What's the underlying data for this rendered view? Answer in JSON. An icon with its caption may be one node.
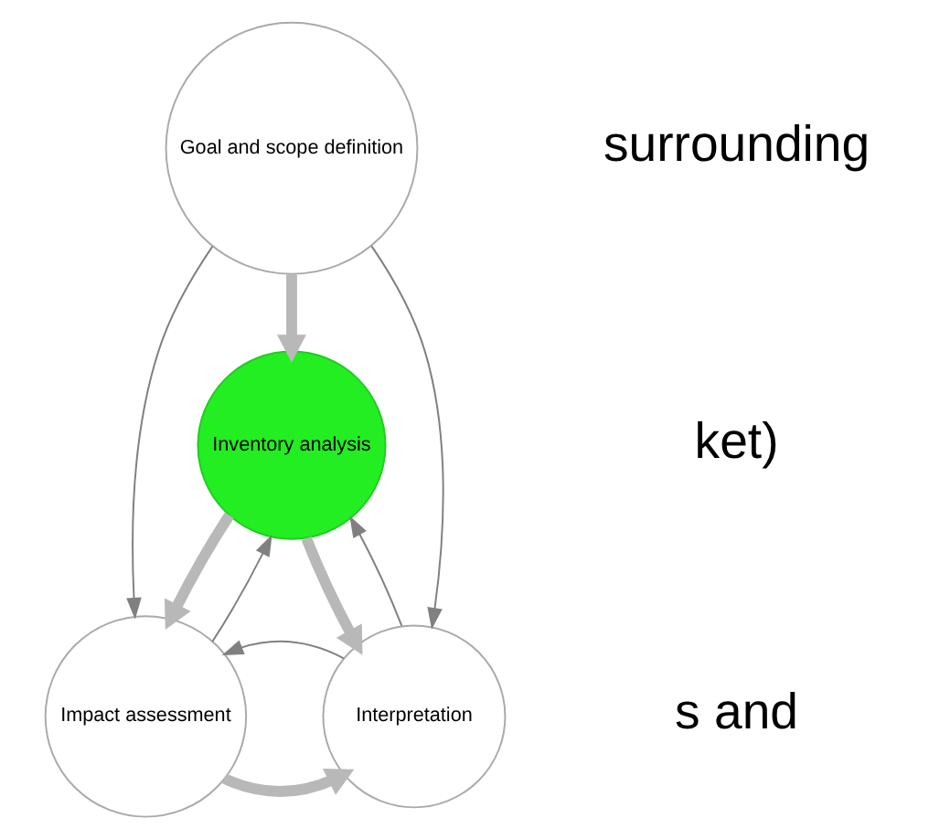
{
  "diagram": {
    "nodes": [
      {
        "text": [
          "Goal and scope definition"
        ]
      },
      {
        "text": [
          "Inventory analysis"
        ]
      },
      {
        "text": [
          "Impact assessment"
        ]
      },
      {
        "text": [
          "Interpretation"
        ]
      }
    ],
    "edges": [
      {
        "from": 0,
        "to": 1,
        "arrow": "to",
        "style": "thick",
        "color": "#b8b8b8"
      },
      {
        "from": 0,
        "to": 2,
        "arrow": "to"
      },
      {
        "from": 0,
        "to": 3,
        "arrow": "to"
      },
      {
        "from": 2,
        "to": 1,
        "arrow": "to"
      },
      {
        "from": 3,
        "to": 1,
        "arrow": "to"
      },
      {
        "from": 1,
        "to": 2,
        "arrow": "to",
        "style": "thick",
        "color": "#b8b8b8"
      },
      {
        "from": 1,
        "to": 3,
        "arrow": "to",
        "style": "thick",
        "color": "#b8b8b8"
      },
      {
        "from": 2,
        "to": 3,
        "arrow": "to",
        "style": "thick",
        "color": "#b8b8b8"
      },
      {
        "from": 3,
        "to": 2,
        "arrow": "to"
      }
    ],
    "labels": [
      "surrounding",
      "ket)",
      "s and"
    ]
  }
}
